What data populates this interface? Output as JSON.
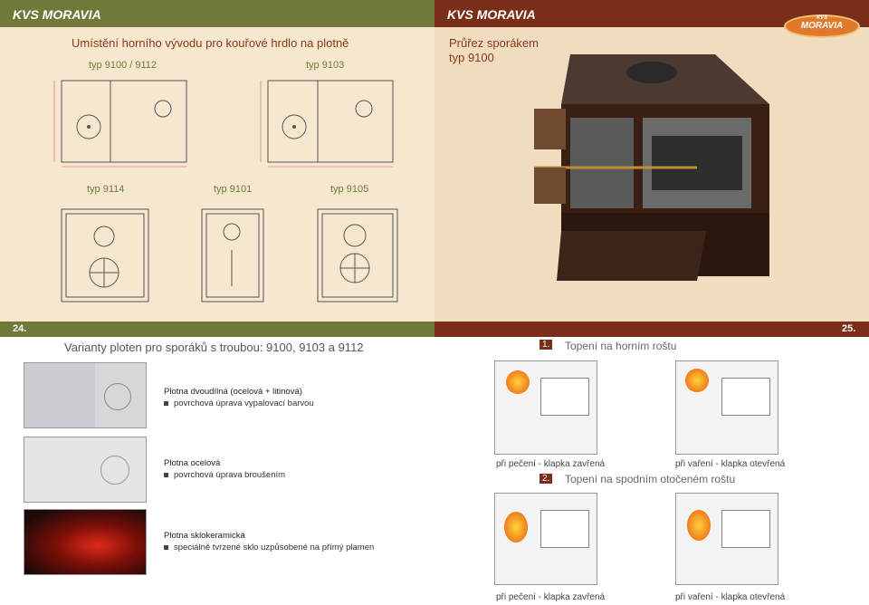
{
  "left_page": {
    "brand": "KVS MORAVIA",
    "heading": "Umístění horního vývodu pro kouřové hrdlo na plotně",
    "labels": {
      "t9100": "typ 9100 / 9112",
      "t9103": "typ 9103",
      "t9114": "typ 9114",
      "t9101": "typ 9101",
      "t9105": "typ 9105"
    },
    "page_number": "24.",
    "bottom_heading": "Varianty ploten pro sporáků s troubou: 9100, 9103 a 9112",
    "plates": [
      {
        "title": "Plotna dvoudílná (ocelová + litinová)",
        "detail": "povrchová úprava vypalovací barvou"
      },
      {
        "title": "Plotna ocelová",
        "detail": "povrchová úprava broušením"
      },
      {
        "title": "Plotna sklokeramická",
        "detail": "speciálně tvrzené sklo uzpůsobené na přímý plamen"
      }
    ]
  },
  "right_page": {
    "brand": "KVS MORAVIA",
    "logo_text": "MORAVIA",
    "logo_small": "KVS",
    "heading_line1": "Průřez sporákem",
    "heading_line2": "typ 9100",
    "page_number": "25.",
    "sections": [
      {
        "num": "1.",
        "title": "Topení na horním roštu",
        "cap_left": "při pečení - klapka zavřená",
        "cap_right": "při vaření - klapka otevřená"
      },
      {
        "num": "2.",
        "title": "Topení na spodním otočeném roštu",
        "cap_left": "při pečení - klapka zavřená",
        "cap_right": "při vaření - klapka otevřená"
      }
    ]
  },
  "colors": {
    "olive": "#6f7a3a",
    "rust": "#7a2e17",
    "cream": "#f6e7cf"
  }
}
